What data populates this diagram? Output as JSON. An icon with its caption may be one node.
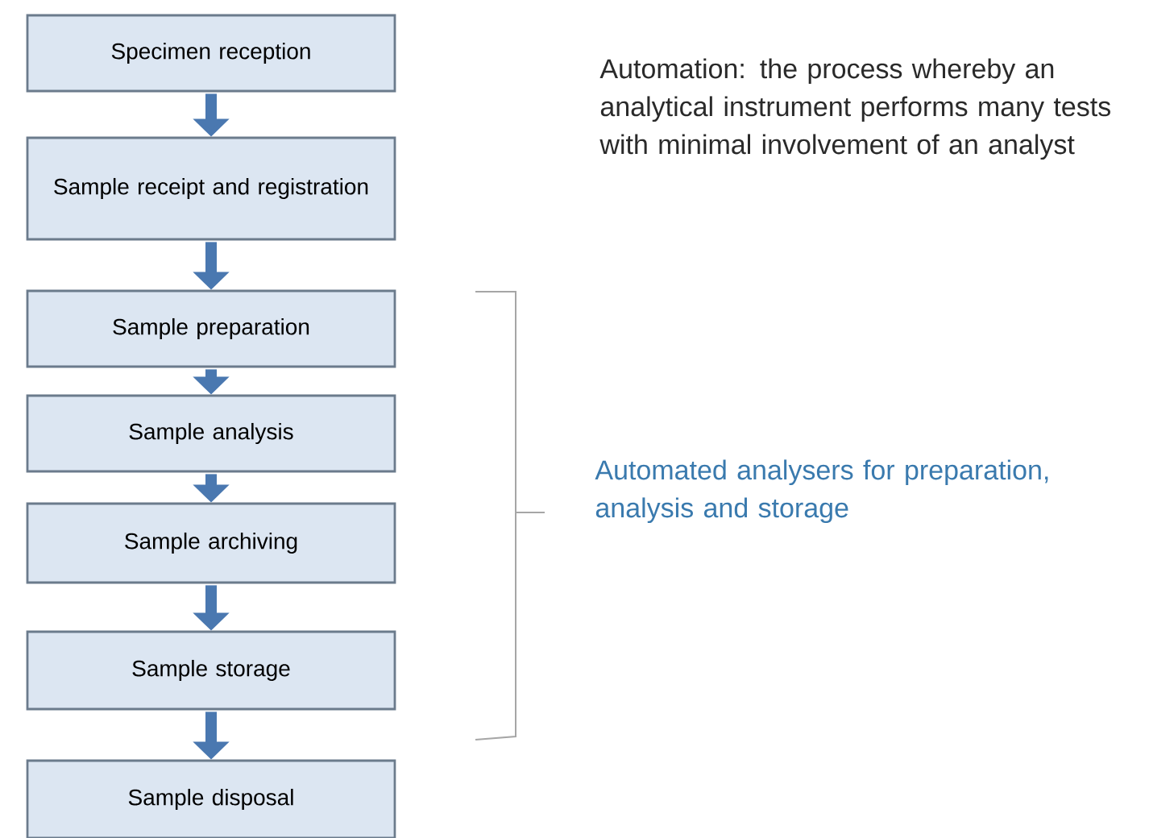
{
  "diagram": {
    "nodes": [
      {
        "text": [
          "Specimen reception"
        ]
      },
      {
        "text": [
          "Sample receipt and registration"
        ]
      },
      {
        "text": [
          "Sample preparation"
        ]
      },
      {
        "text": [
          "Sample analysis"
        ]
      },
      {
        "text": [
          "Sample archiving"
        ]
      },
      {
        "text": [
          "Sample storage"
        ]
      },
      {
        "text": [
          "Sample disposal"
        ]
      }
    ],
    "edges": [
      {
        "from": 0,
        "to": 1,
        "arrow": "to"
      },
      {
        "from": 1,
        "to": 2,
        "arrow": "to"
      },
      {
        "from": 2,
        "to": 3,
        "arrow": "to"
      },
      {
        "from": 3,
        "to": 4,
        "arrow": "to"
      },
      {
        "from": 4,
        "to": 5,
        "arrow": "to"
      },
      {
        "from": 5,
        "to": 6,
        "arrow": "to"
      }
    ],
    "labels": [
      "Automation: the process whereby an analytical instrument performs many tests with minimal involvement of an analyst",
      "Automated analysers for preparation, analysis and storage"
    ]
  }
}
